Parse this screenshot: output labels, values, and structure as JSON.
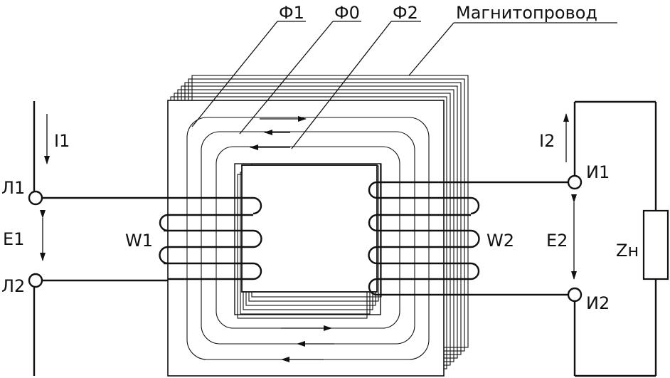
{
  "labels": {
    "phi1": "Ф1",
    "phi0": "Ф0",
    "phi2": "Ф2",
    "core": "Магнитопровод",
    "i1": "I1",
    "l1": "Л1",
    "e1": "E1",
    "l2": "Л2",
    "w1": "W1",
    "w2": "W2",
    "i2": "I2",
    "u1": "И1",
    "e2": "E2",
    "zn": "Zн",
    "u2": "И2"
  }
}
